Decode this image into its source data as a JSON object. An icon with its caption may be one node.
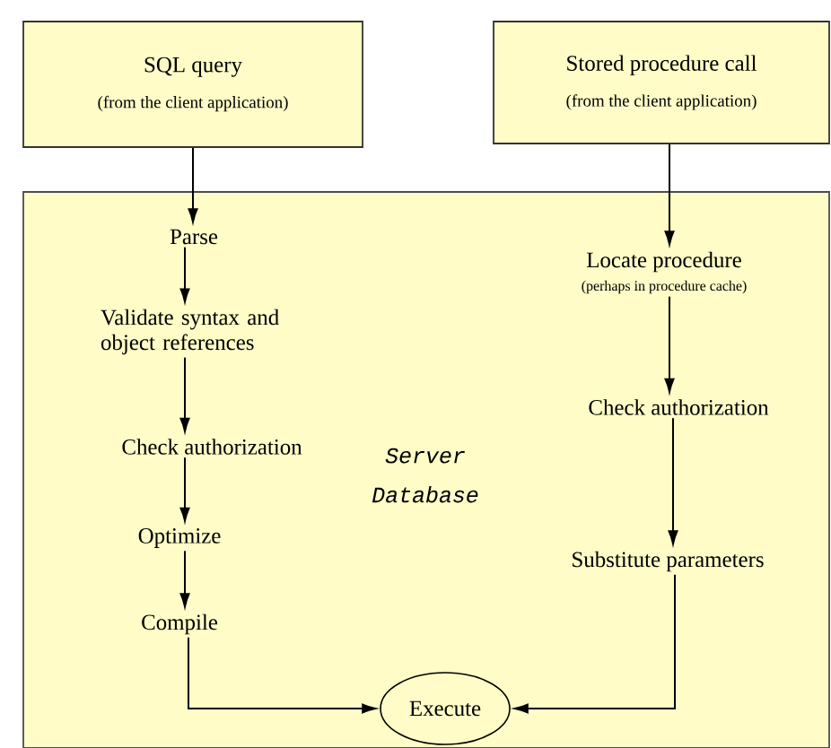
{
  "diagram": {
    "nodes": [
      {
        "text": [
          "SQL query",
          "(from the client application)"
        ]
      },
      {
        "text": [
          "Stored procedure call",
          "(from the client application)"
        ]
      },
      {
        "text": [
          "Server Database"
        ]
      },
      {
        "text": [
          "Parse"
        ],
        "in": 2
      },
      {
        "text": [
          "Validate syntax and object references"
        ],
        "in": 2
      },
      {
        "text": [
          "Check authorization"
        ],
        "in": 2
      },
      {
        "text": [
          "Optimize"
        ],
        "in": 2
      },
      {
        "text": [
          "Compile"
        ],
        "in": 2
      },
      {
        "text": [
          "Locate procedure",
          "(perhaps in procedure cache)"
        ],
        "in": 2
      },
      {
        "text": [
          "Check authorization"
        ],
        "in": 2
      },
      {
        "text": [
          "Substitute parameters"
        ],
        "in": 2
      },
      {
        "text": [
          "Execute"
        ],
        "in": 2
      }
    ],
    "edges": [
      {
        "from": 0,
        "to": 3,
        "arrow": "to"
      },
      {
        "from": 3,
        "to": 4,
        "arrow": "to"
      },
      {
        "from": 4,
        "to": 5,
        "arrow": "to"
      },
      {
        "from": 5,
        "to": 6,
        "arrow": "to"
      },
      {
        "from": 6,
        "to": 7,
        "arrow": "to"
      },
      {
        "from": 7,
        "to": 11,
        "arrow": "to"
      },
      {
        "from": 1,
        "to": 8,
        "arrow": "to"
      },
      {
        "from": 8,
        "to": 9,
        "arrow": "to"
      },
      {
        "from": 9,
        "to": 10,
        "arrow": "to"
      },
      {
        "from": 10,
        "to": 11,
        "arrow": "to"
      }
    ]
  }
}
